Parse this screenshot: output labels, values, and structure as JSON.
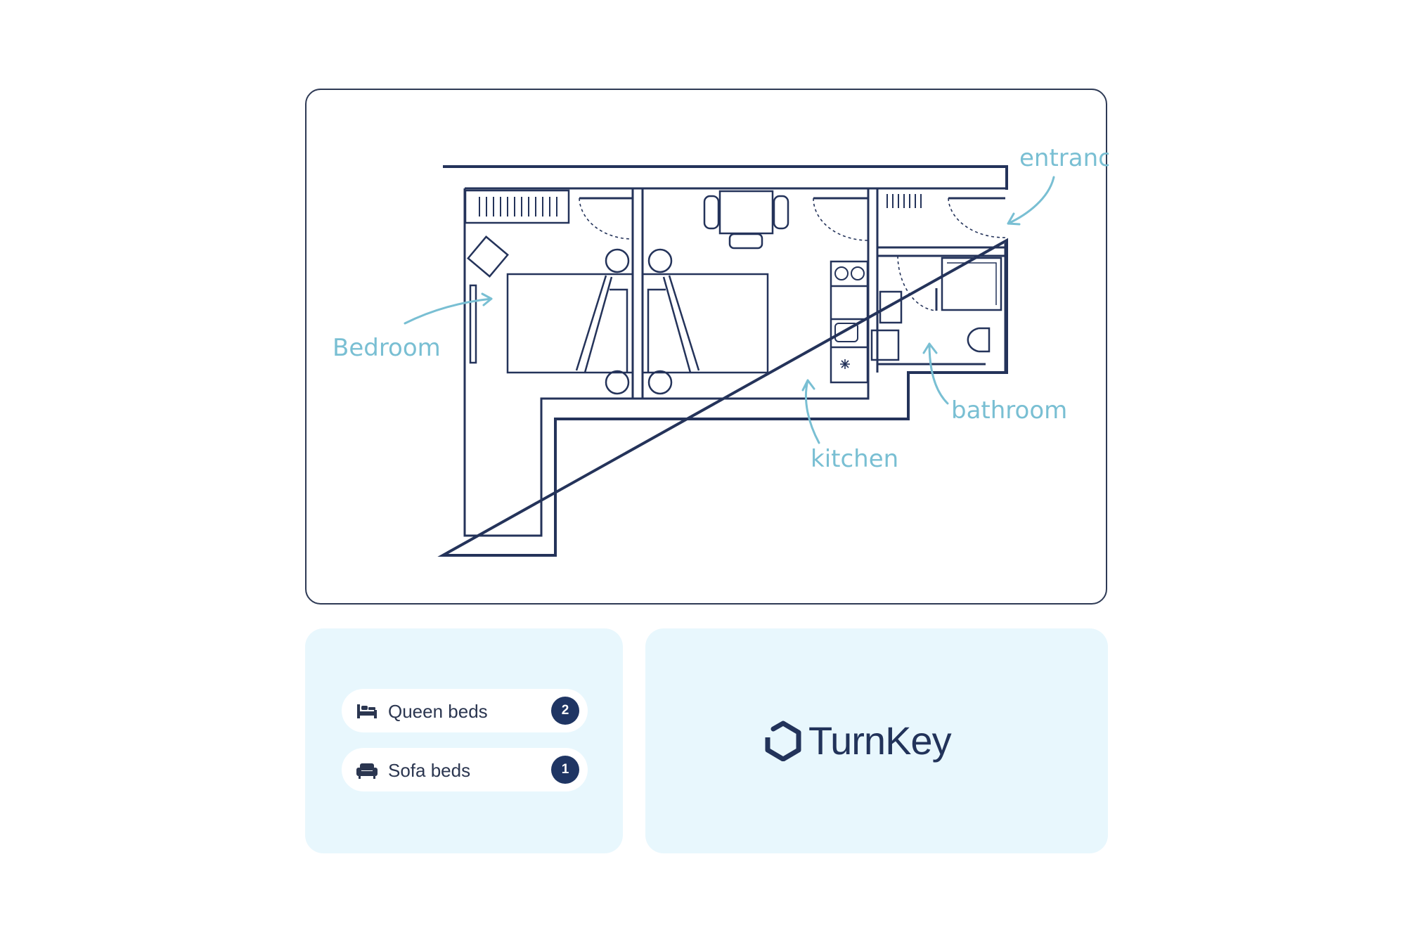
{
  "floorplan": {
    "labels": {
      "entrance": "entrance",
      "bedroom": "Bedroom",
      "bathroom": "bathroom",
      "kitchen": "kitchen"
    },
    "colors": {
      "wall": "#24335a",
      "annotation": "#79bfd3"
    }
  },
  "beds": [
    {
      "label": "Queen beds",
      "count": "2",
      "icon": "bed-icon"
    },
    {
      "label": "Sofa beds",
      "count": "1",
      "icon": "sofa-icon"
    }
  ],
  "brand": {
    "name": "TurnKey",
    "icon": "house-logo-icon",
    "color": "#22335a"
  },
  "colors": {
    "card_bg": "#e8f7fd",
    "badge": "#1f3563"
  }
}
